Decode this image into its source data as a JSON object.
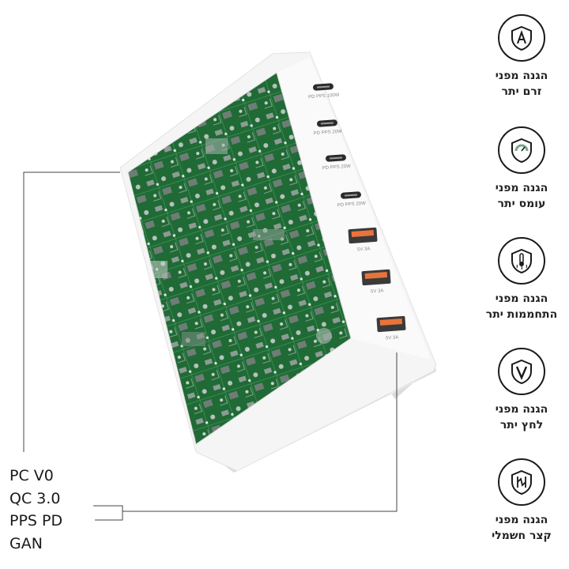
{
  "features": [
    {
      "icon": "current-a-shield-icon",
      "line1": "הגנה מפני",
      "line2": "זרם יתר"
    },
    {
      "icon": "load-gauge-shield-icon",
      "line1": "הגנה מפני",
      "line2": "עומס יתר"
    },
    {
      "icon": "thermometer-shield-icon",
      "line1": "הגנה מפני",
      "line2": "התחממות יתר"
    },
    {
      "icon": "voltage-v-shield-icon",
      "line1": "הגנה מפני",
      "line2": "לחץ יתר"
    },
    {
      "icon": "short-circuit-shield-icon",
      "line1": "הגנה מפני",
      "line2": "קצר חשמלי"
    }
  ],
  "specs": [
    "PC V0",
    "QC 3.0",
    "PPS PD",
    "GAN"
  ],
  "ports": [
    {
      "type": "usb-c",
      "label": "PD PPS 100W"
    },
    {
      "type": "usb-c",
      "label": "PD PPS 20W"
    },
    {
      "type": "usb-c",
      "label": "PD PPS 20W"
    },
    {
      "type": "usb-c",
      "label": "PD PPS 20W"
    },
    {
      "type": "usb-a",
      "label": "5V 3A"
    },
    {
      "type": "usb-a",
      "label": "5V 3A"
    },
    {
      "type": "usb-a",
      "label": "5V 3A"
    }
  ],
  "colors": {
    "circuit_board": "#1f6a35",
    "charger_body": "#f4f4f4",
    "usb_a_accent": "#e8743b",
    "icon_stroke": "#1a1a1a"
  }
}
